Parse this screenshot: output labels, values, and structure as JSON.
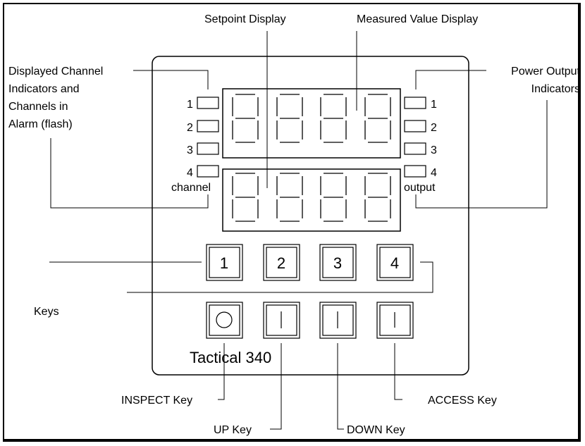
{
  "labels": {
    "setpoint_display": "Setpoint Display",
    "measured_value_display": "Measured Value Display",
    "displayed_channel_line1": "Displayed Channel",
    "displayed_channel_line2": "Indicators and",
    "displayed_channel_line3": "Channels in",
    "displayed_channel_line4": "Alarm (flash)",
    "power_output_line1": "Power Output",
    "power_output_line2": "Indicators",
    "keys": "Keys",
    "inspect_key": "INSPECT Key",
    "up_key": "UP Key",
    "down_key": "DOWN Key",
    "access_key": "ACCESS Key"
  },
  "panel": {
    "model": "Tactical 340",
    "channel_word": "channel",
    "output_word": "output",
    "channel_numbers": [
      "1",
      "2",
      "3",
      "4"
    ],
    "output_numbers": [
      "1",
      "2",
      "3",
      "4"
    ],
    "number_keys": [
      "1",
      "2",
      "3",
      "4"
    ]
  }
}
